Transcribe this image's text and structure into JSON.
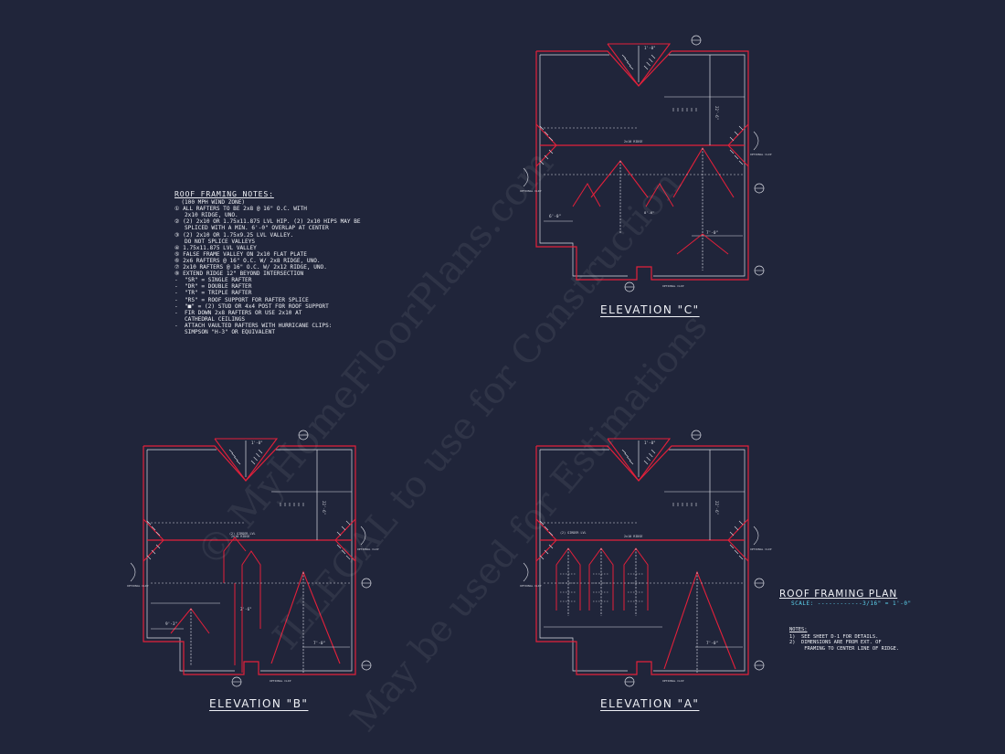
{
  "colors": {
    "background": "#20253a",
    "outline": "#e3203a",
    "linework": "#d9dbe3",
    "text": "#f0f2f7",
    "scale_text": "#5cd3ee"
  },
  "roof_notes": {
    "title": "ROOF FRAMING NOTES:",
    "lines": [
      "  (100 MPH WIND ZONE)",
      "① ALL RAFTERS TO BE 2x8 @ 16\" O.C. WITH",
      "   2x10 RIDGE, UNO.",
      "② (2) 2x10 OR 1.75x11.875 LVL HIP. (2) 2x10 HIPS MAY BE",
      "   SPLICED WITH A MIN. 6'-0\" OVERLAP AT CENTER",
      "③ (2) 2x10 OR 1.75x9.25 LVL VALLEY.",
      "   DO NOT SPLICE VALLEYS",
      "④ 1.75x11.875 LVL VALLEY",
      "⑤ FALSE FRAME VALLEY ON 2x10 FLAT PLATE",
      "⑥ 2x6 RAFTERS @ 16\" O.C. W/ 2x8 RIDGE, UNO.",
      "⑦ 2x10 RAFTERS @ 16\" O.C. W/ 2x12 RIDGE, UNO.",
      "⑧ EXTEND RIDGE 12\" BEYOND INTERSECTION",
      "-  \"SR\" = SINGLE RAFTER",
      "-  \"DR\" = DOUBLE RAFTER",
      "-  \"TR\" = TRIPLE RAFTER",
      "-  \"RS\" = ROOF SUPPORT FOR RAFTER SPLICE",
      "-  \"■\" = (2) STUD OR 4x4 POST FOR ROOF SUPPORT",
      "-  FIR DOWN 2x8 RAFTERS OR USE 2x10 AT",
      "   CATHEDRAL CEILINGS",
      "-  ATTACH VAULTED RAFTERS WITH HURRICANE CLIPS:",
      "   SIMPSON \"H-3\" OR EQUIVALENT"
    ]
  },
  "elevations": {
    "c": {
      "title": "ELEVATION \"C\""
    },
    "b": {
      "title": "ELEVATION \"B\""
    },
    "a": {
      "title": "ELEVATION \"A\""
    }
  },
  "plan": {
    "title": "ROOF FRAMING PLAN",
    "scale": "SCALE: ------------3/16\" = 1'-0\""
  },
  "general_notes": {
    "title": "NOTES:",
    "lines": [
      "1)  SEE SHEET D-1 FOR DETAILS.",
      "2)  DIMENSIONS ARE FROM EXT. OF",
      "     FRAMING TO CENTER LINE OF RIDGE."
    ]
  },
  "annotations": {
    "top_dim": "1'-0\"",
    "right_dim": "22'-6\"",
    "ridge": "2x10 RIDGE",
    "optional_clip": "OPTIONAL CLIP",
    "dim_6_0": "6'-0\"",
    "dim_7_0": "7'-0\"",
    "dim_9_3": "9'-3\"",
    "dim_2_6": "2'-6\"",
    "dim_8_6": "8'-6\"",
    "girder": "(2) GIRDER LVL"
  },
  "watermark": {
    "line1": "© MyHomeFloorPlans.com",
    "line2": "ILLEGAL to use for Construction",
    "line3": "May be used for Estimations"
  }
}
